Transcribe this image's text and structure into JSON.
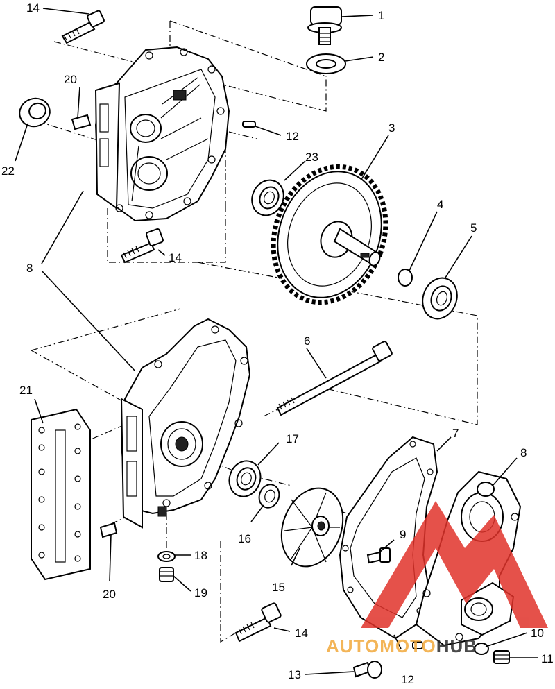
{
  "diagram": {
    "callouts": [
      {
        "id": "c1",
        "text": "1"
      },
      {
        "id": "c2",
        "text": "2"
      },
      {
        "id": "c3",
        "text": "3"
      },
      {
        "id": "c4",
        "text": "4"
      },
      {
        "id": "c5",
        "text": "5"
      },
      {
        "id": "c6",
        "text": "6"
      },
      {
        "id": "c7",
        "text": "7"
      },
      {
        "id": "c8a",
        "text": "8"
      },
      {
        "id": "c8b",
        "text": "8"
      },
      {
        "id": "c9",
        "text": "9"
      },
      {
        "id": "c10",
        "text": "10"
      },
      {
        "id": "c11",
        "text": "11"
      },
      {
        "id": "c12a",
        "text": "12"
      },
      {
        "id": "c12b",
        "text": "12"
      },
      {
        "id": "c13",
        "text": "13"
      },
      {
        "id": "c14a",
        "text": "14"
      },
      {
        "id": "c14b",
        "text": "14"
      },
      {
        "id": "c14c",
        "text": "14"
      },
      {
        "id": "c15",
        "text": "15"
      },
      {
        "id": "c16",
        "text": "16"
      },
      {
        "id": "c17",
        "text": "17"
      },
      {
        "id": "c18",
        "text": "18"
      },
      {
        "id": "c19",
        "text": "19"
      },
      {
        "id": "c20a",
        "text": "20"
      },
      {
        "id": "c20b",
        "text": "20"
      },
      {
        "id": "c21",
        "text": "21"
      },
      {
        "id": "c22",
        "text": "22"
      },
      {
        "id": "c23",
        "text": "23"
      }
    ]
  },
  "watermark": {
    "text_part1": "AUTO",
    "text_part2": "MOTO",
    "text_part3": "HUB",
    "color_red": "#e0322a",
    "color_orange": "#f2a93b",
    "color_dark": "#2b2b2b"
  }
}
